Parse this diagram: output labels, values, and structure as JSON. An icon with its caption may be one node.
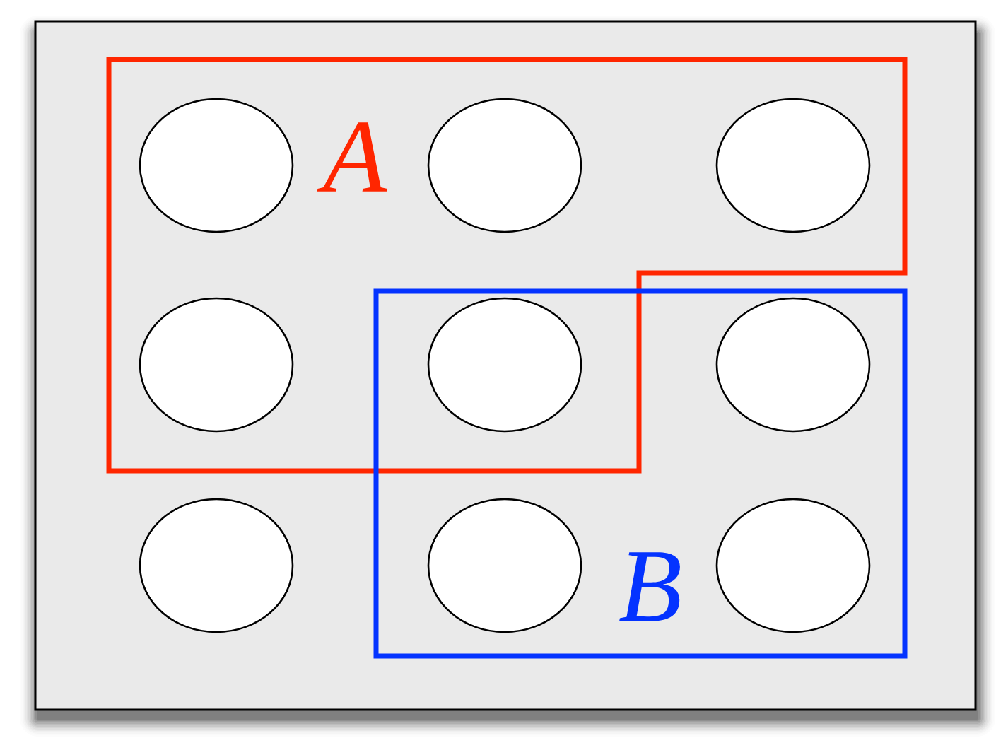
{
  "diagram": {
    "nodes": [
      {
        "text": [
          "A"
        ]
      },
      {
        "text": [],
        "shape": "circle",
        "in": 0
      },
      {
        "text": [],
        "shape": "circle",
        "in": 0
      },
      {
        "text": [],
        "shape": "circle",
        "in": 0
      },
      {
        "text": [],
        "shape": "circle",
        "in": 0
      },
      {
        "text": [
          "B"
        ]
      },
      {
        "text": [],
        "shape": "circle"
      },
      {
        "text": [],
        "shape": "circle",
        "in": 5
      },
      {
        "text": [],
        "shape": "circle"
      },
      {
        "text": [],
        "shape": "circle",
        "in": 5
      },
      {
        "text": [],
        "shape": "circle",
        "in": 5
      }
    ]
  }
}
